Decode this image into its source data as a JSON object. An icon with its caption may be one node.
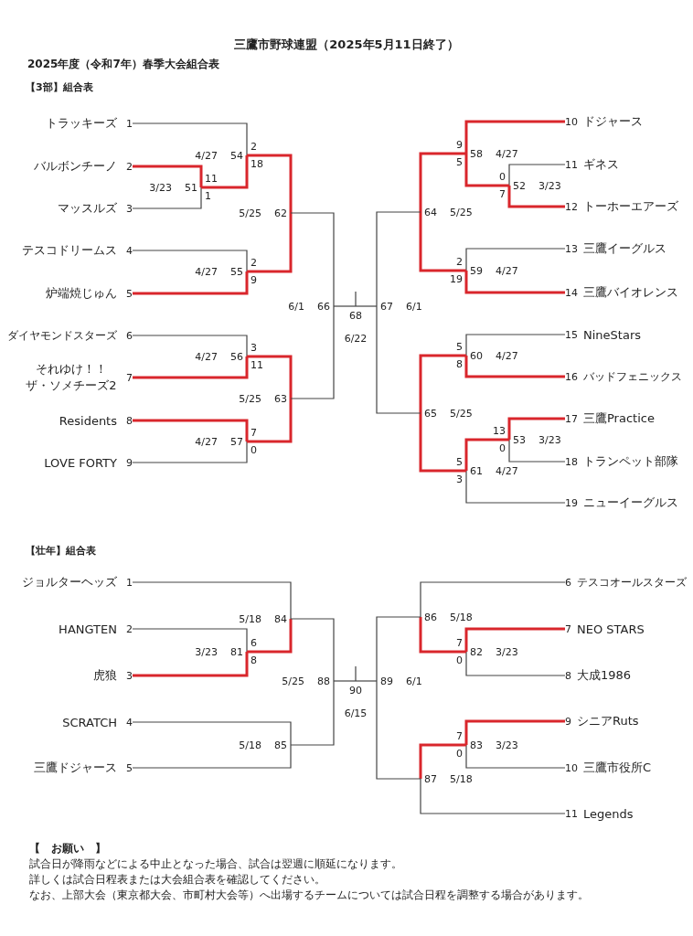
{
  "diagram": {
    "title": "三鷹市野球連盟（2025年5月11日終了）",
    "nodes": [
      {
        "text": [
          "トラッキーズ"
        ],
        "beside": [
          "1"
        ]
      },
      {
        "text": [
          "バルボンチーノ"
        ],
        "beside": [
          "2"
        ]
      },
      {
        "text": [
          "マッスルズ"
        ],
        "beside": [
          "3"
        ]
      },
      {
        "text": [
          "テスコドリームス"
        ],
        "beside": [
          "4"
        ]
      },
      {
        "text": [
          "炉端焼じゅん"
        ],
        "beside": [
          "5"
        ]
      },
      {
        "text": [
          "ダイヤモンドスターズ"
        ],
        "beside": [
          "6"
        ]
      },
      {
        "text": [
          "それゆけ！！ザ・ソメチーズ2"
        ],
        "beside": [
          "7"
        ]
      },
      {
        "text": [
          "Residents"
        ],
        "beside": [
          "8"
        ]
      },
      {
        "text": [
          "LOVE FORTY"
        ],
        "beside": [
          "9"
        ]
      },
      {
        "text": [
          "ドジャース"
        ],
        "beside": [
          "10"
        ]
      },
      {
        "text": [
          "ギネス"
        ],
        "beside": [
          "11"
        ]
      },
      {
        "text": [
          "トーホーエアーズ"
        ],
        "beside": [
          "12"
        ]
      },
      {
        "text": [
          "三鷹イーグルス"
        ],
        "beside": [
          "13"
        ]
      },
      {
        "text": [
          "三鷹バイオレンス"
        ],
        "beside": [
          "14"
        ]
      },
      {
        "text": [
          "NineStars"
        ],
        "beside": [
          "15"
        ]
      },
      {
        "text": [
          "バッドフェニックス"
        ],
        "beside": [
          "16"
        ]
      },
      {
        "text": [
          "三鷹Practice"
        ],
        "beside": [
          "17"
        ]
      },
      {
        "text": [
          "トランペット部隊"
        ],
        "beside": [
          "18"
        ]
      },
      {
        "text": [
          "ニューイーグルス"
        ],
        "beside": [
          "19"
        ]
      },
      {
        "text": [
          "51"
        ],
        "beside": [
          "3/23"
        ]
      },
      {
        "text": [
          "54"
        ],
        "beside": [
          "4/27"
        ]
      },
      {
        "text": [
          "55"
        ],
        "beside": [
          "4/27"
        ]
      },
      {
        "text": [
          "62"
        ],
        "beside": [
          "5/25"
        ]
      },
      {
        "text": [
          "56"
        ],
        "beside": [
          "4/27"
        ]
      },
      {
        "text": [
          "57"
        ],
        "beside": [
          "4/27"
        ]
      },
      {
        "text": [
          "63"
        ],
        "beside": [
          "5/25"
        ]
      },
      {
        "text": [
          "66"
        ],
        "beside": [
          "6/1"
        ]
      },
      {
        "text": [
          "68"
        ],
        "beside": [
          "6/22"
        ]
      },
      {
        "text": [
          "52"
        ],
        "beside": [
          "3/23"
        ]
      },
      {
        "text": [
          "58"
        ],
        "beside": [
          "4/27"
        ]
      },
      {
        "text": [
          "59"
        ],
        "beside": [
          "4/27"
        ]
      },
      {
        "text": [
          "64"
        ],
        "beside": [
          "5/25"
        ]
      },
      {
        "text": [
          "60"
        ],
        "beside": [
          "4/27"
        ]
      },
      {
        "text": [
          "53"
        ],
        "beside": [
          "3/23"
        ]
      },
      {
        "text": [
          "61"
        ],
        "beside": [
          "4/27"
        ]
      },
      {
        "text": [
          "65"
        ],
        "beside": [
          "5/25"
        ]
      },
      {
        "text": [
          "67"
        ],
        "beside": [
          "6/1"
        ]
      },
      {
        "text": [
          "ジョルターヘッズ"
        ],
        "beside": [
          "1"
        ]
      },
      {
        "text": [
          "HANGTEN"
        ],
        "beside": [
          "2"
        ]
      },
      {
        "text": [
          "虎狼"
        ],
        "beside": [
          "3"
        ]
      },
      {
        "text": [
          "SCRATCH"
        ],
        "beside": [
          "4"
        ]
      },
      {
        "text": [
          "三鷹ドジャース"
        ],
        "beside": [
          "5"
        ]
      },
      {
        "text": [
          "テスコオールスターズ"
        ],
        "beside": [
          "6"
        ]
      },
      {
        "text": [
          "NEO STARS"
        ],
        "beside": [
          "7"
        ]
      },
      {
        "text": [
          "大成1986"
        ],
        "beside": [
          "8"
        ]
      },
      {
        "text": [
          "シニアRuts"
        ],
        "beside": [
          "9"
        ]
      },
      {
        "text": [
          "三鷹市役所C"
        ],
        "beside": [
          "10"
        ]
      },
      {
        "text": [
          "Legends"
        ],
        "beside": [
          "11"
        ]
      },
      {
        "text": [
          "81"
        ],
        "beside": [
          "3/23"
        ]
      },
      {
        "text": [
          "84"
        ],
        "beside": [
          "5/18"
        ]
      },
      {
        "text": [
          "85"
        ],
        "beside": [
          "5/18"
        ]
      },
      {
        "text": [
          "88"
        ],
        "beside": [
          "5/25"
        ]
      },
      {
        "text": [
          "90"
        ],
        "beside": [
          "6/15"
        ]
      },
      {
        "text": [
          "82"
        ],
        "beside": [
          "3/23"
        ]
      },
      {
        "text": [
          "86"
        ],
        "beside": [
          "5/18"
        ]
      },
      {
        "text": [
          "83"
        ],
        "beside": [
          "3/23"
        ]
      },
      {
        "text": [
          "87"
        ],
        "beside": [
          "5/18"
        ]
      },
      {
        "text": [
          "89"
        ],
        "beside": [
          "6/1"
        ]
      }
    ],
    "edges": [
      {
        "from": 0,
        "to": 20,
        "arrow": "none",
        "label": "2"
      },
      {
        "from": 1,
        "to": 19,
        "arrow": "none",
        "label": "11",
        "style": "thick",
        "color": "#d9262c"
      },
      {
        "from": 2,
        "to": 19,
        "arrow": "none",
        "label": "1"
      },
      {
        "from": 19,
        "to": 20,
        "arrow": "none",
        "label": "18",
        "style": "thick",
        "color": "#d9262c"
      },
      {
        "from": 20,
        "to": 22,
        "arrow": "none",
        "style": "thick",
        "color": "#d9262c"
      },
      {
        "from": 3,
        "to": 21,
        "arrow": "none",
        "label": "2"
      },
      {
        "from": 4,
        "to": 21,
        "arrow": "none",
        "label": "9",
        "style": "thick",
        "color": "#d9262c"
      },
      {
        "from": 21,
        "to": 22,
        "arrow": "none",
        "style": "thick",
        "color": "#d9262c"
      },
      {
        "from": 22,
        "to": 26,
        "arrow": "none"
      },
      {
        "from": 5,
        "to": 23,
        "arrow": "none",
        "label": "3"
      },
      {
        "from": 6,
        "to": 23,
        "arrow": "none",
        "label": "11",
        "style": "thick",
        "color": "#d9262c"
      },
      {
        "from": 23,
        "to": 25,
        "arrow": "none",
        "style": "thick",
        "color": "#d9262c"
      },
      {
        "from": 7,
        "to": 24,
        "arrow": "none",
        "label": "7",
        "style": "thick",
        "color": "#d9262c"
      },
      {
        "from": 8,
        "to": 24,
        "arrow": "none",
        "label": "0"
      },
      {
        "from": 24,
        "to": 25,
        "arrow": "none",
        "style": "thick",
        "color": "#d9262c"
      },
      {
        "from": 25,
        "to": 26,
        "arrow": "none"
      },
      {
        "from": 26,
        "to": 27,
        "arrow": "none"
      },
      {
        "from": 36,
        "to": 27,
        "arrow": "none"
      },
      {
        "from": 9,
        "to": 29,
        "arrow": "none",
        "label": "9",
        "style": "thick",
        "color": "#d9262c"
      },
      {
        "from": 10,
        "to": 28,
        "arrow": "none",
        "label": "0"
      },
      {
        "from": 11,
        "to": 28,
        "arrow": "none",
        "label": "7",
        "style": "thick",
        "color": "#d9262c"
      },
      {
        "from": 28,
        "to": 29,
        "arrow": "none",
        "label": "5",
        "style": "thick",
        "color": "#d9262c"
      },
      {
        "from": 29,
        "to": 31,
        "arrow": "none",
        "style": "thick",
        "color": "#d9262c"
      },
      {
        "from": 12,
        "to": 30,
        "arrow": "none",
        "label": "2"
      },
      {
        "from": 13,
        "to": 30,
        "arrow": "none",
        "label": "19",
        "style": "thick",
        "color": "#d9262c"
      },
      {
        "from": 30,
        "to": 31,
        "arrow": "none",
        "style": "thick",
        "color": "#d9262c"
      },
      {
        "from": 31,
        "to": 36,
        "arrow": "none"
      },
      {
        "from": 14,
        "to": 32,
        "arrow": "none",
        "label": "5"
      },
      {
        "from": 15,
        "to": 32,
        "arrow": "none",
        "label": "8",
        "style": "thick",
        "color": "#d9262c"
      },
      {
        "from": 32,
        "to": 35,
        "arrow": "none",
        "style": "thick",
        "color": "#d9262c"
      },
      {
        "from": 16,
        "to": 33,
        "arrow": "none",
        "label": "13",
        "style": "thick",
        "color": "#d9262c"
      },
      {
        "from": 17,
        "to": 33,
        "arrow": "none",
        "label": "0"
      },
      {
        "from": 33,
        "to": 34,
        "arrow": "none",
        "label": "5",
        "style": "thick",
        "color": "#d9262c"
      },
      {
        "from": 18,
        "to": 34,
        "arrow": "none",
        "label": "3"
      },
      {
        "from": 34,
        "to": 35,
        "arrow": "none",
        "style": "thick",
        "color": "#d9262c"
      },
      {
        "from": 35,
        "to": 36,
        "arrow": "none"
      },
      {
        "from": 37,
        "to": 49,
        "arrow": "none"
      },
      {
        "from": 38,
        "to": 48,
        "arrow": "none",
        "label": "6"
      },
      {
        "from": 39,
        "to": 48,
        "arrow": "none",
        "label": "8",
        "style": "thick",
        "color": "#d9262c"
      },
      {
        "from": 48,
        "to": 49,
        "arrow": "none",
        "style": "thick",
        "color": "#d9262c"
      },
      {
        "from": 49,
        "to": 51,
        "arrow": "none"
      },
      {
        "from": 40,
        "to": 50,
        "arrow": "none"
      },
      {
        "from": 41,
        "to": 50,
        "arrow": "none"
      },
      {
        "from": 50,
        "to": 51,
        "arrow": "none"
      },
      {
        "from": 51,
        "to": 52,
        "arrow": "none"
      },
      {
        "from": 57,
        "to": 52,
        "arrow": "none"
      },
      {
        "from": 42,
        "to": 54,
        "arrow": "none"
      },
      {
        "from": 43,
        "to": 53,
        "arrow": "none",
        "label": "7",
        "style": "thick",
        "color": "#d9262c"
      },
      {
        "from": 44,
        "to": 53,
        "arrow": "none",
        "label": "0"
      },
      {
        "from": 53,
        "to": 54,
        "arrow": "none",
        "style": "thick",
        "color": "#d9262c"
      },
      {
        "from": 45,
        "to": 55,
        "arrow": "none",
        "label": "7",
        "style": "thick",
        "color": "#d9262c"
      },
      {
        "from": 46,
        "to": 55,
        "arrow": "none",
        "label": "0"
      },
      {
        "from": 55,
        "to": 56,
        "arrow": "none",
        "style": "thick",
        "color": "#d9262c"
      },
      {
        "from": 47,
        "to": 56,
        "arrow": "none"
      },
      {
        "from": 54,
        "to": 57,
        "arrow": "none"
      },
      {
        "from": 56,
        "to": 57,
        "arrow": "none"
      }
    ],
    "labels": [
      "2025年度（令和7年）春季大会組合表",
      "【3部】組合表",
      "【壮年】組合表",
      "【　お願い　】",
      "試合日が降雨などによる中止となった場合、試合は翌週に順延になります。",
      "詳しくは試合日程表または大会組合表を確認してください。",
      "なお、上部大会（東京都大会、市町村大会等）へ出場するチームについては試合日程を調整する場合があります。"
    ]
  }
}
